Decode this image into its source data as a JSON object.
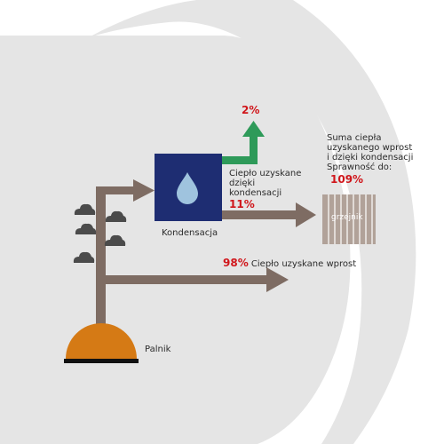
{
  "colors": {
    "background": "#ffffff",
    "shape_grey": "#e5e5e5",
    "flow_brown": "#7e6c63",
    "condenser_blue": "#1e2d72",
    "drop_blue": "#9fc3de",
    "exhaust_green": "#2e9a59",
    "burner_orange": "#d57a15",
    "highlight_red": "#d0161b",
    "radiator": "#b1a299",
    "cloud": "#4b4b4b"
  },
  "icons": {
    "drop": "water-drop-icon",
    "cloud": "smoke-cloud-icon"
  },
  "diagram": {
    "exhaust": {
      "percent": "2%"
    },
    "condenser": {
      "label": "Kondensacja",
      "heat_lines": [
        "Ciepło uzyskane",
        "dzięki",
        "kondensacji"
      ],
      "percent": "11%"
    },
    "radiator": {
      "label": "grzejnik",
      "summary_lines": [
        "Suma ciepła",
        "uzyskanego wprost",
        "i dzięki kondensacji",
        "Sprawność do:"
      ],
      "percent": "109%"
    },
    "direct": {
      "percent": "98%",
      "label": "Ciepło uzyskane wprost"
    },
    "burner": {
      "label": "Palnik"
    }
  }
}
